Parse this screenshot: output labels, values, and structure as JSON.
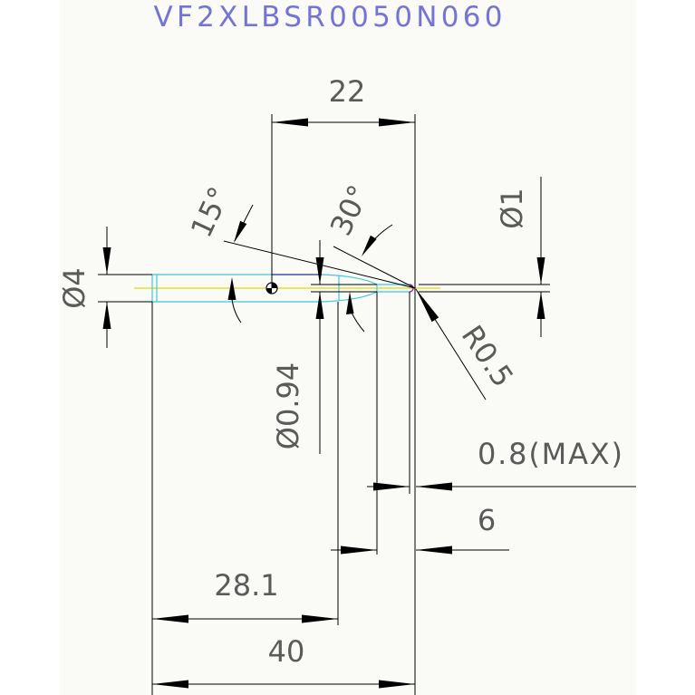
{
  "title": "VF2XLBSR0050N060",
  "labels": {
    "dim_22": "22",
    "angle_15": "15°",
    "angle_30": "30°",
    "dia_1": "Ø1",
    "dia_4": "Ø4",
    "dia_0_94": "Ø0.94",
    "radius": "R0.5",
    "dim_0_8": "0.8(MAX)",
    "dim_6": "6",
    "dim_28_1": "28.1",
    "dim_40": "40"
  },
  "colors": {
    "title": "#7474d6",
    "dimension_text": "#5a5a5a",
    "dimension_lines": "#000000",
    "tool_outline": "#3cc8dc",
    "center_line": "#e0dc00",
    "tip": "#8a3cc8"
  }
}
